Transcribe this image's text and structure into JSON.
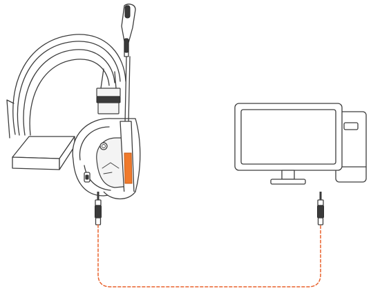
{
  "diagram": {
    "badge_label": "",
    "colors": {
      "line": "#3c3c3c",
      "accent": "#f07a2c",
      "cable": "#e8602a",
      "background": "#ffffff"
    },
    "nodes": [
      {
        "id": "headset",
        "icon": "headset-icon"
      },
      {
        "id": "computer",
        "icon": "desktop-computer-icon"
      }
    ],
    "connections": [
      {
        "from": "headset",
        "to": "computer",
        "style": "dashed",
        "connector": "3.5mm-jack"
      }
    ]
  }
}
